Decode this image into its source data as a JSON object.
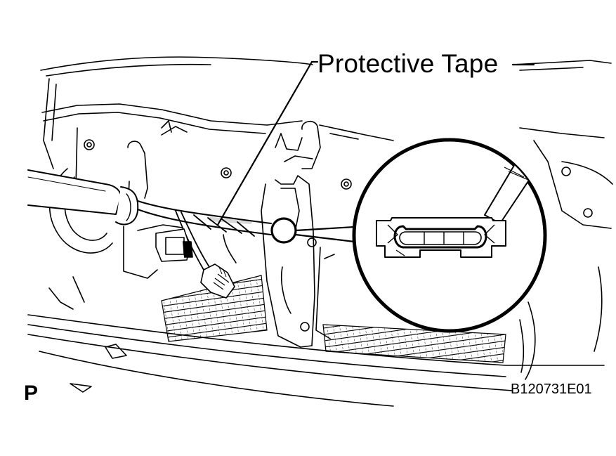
{
  "callout": {
    "label": "Protective Tape"
  },
  "view": {
    "letter": "P"
  },
  "figure": {
    "code": "B120731E01"
  },
  "colors": {
    "line": "#000000",
    "background": "#ffffff"
  }
}
